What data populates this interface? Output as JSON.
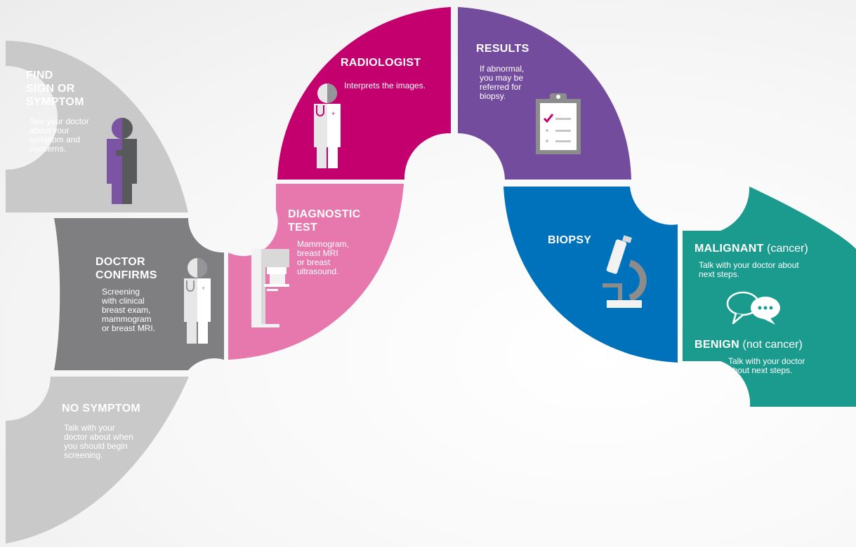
{
  "colors": {
    "light_gray": "#c9c9c9",
    "dark_gray": "#7f7e81",
    "pink": "#e678ae",
    "magenta": "#c4006f",
    "purple": "#744c9e",
    "blue": "#0072bb",
    "teal": "#1b9b8e",
    "icon_purple": "#6a4396",
    "icon_gray": "#58595b",
    "icon_light": "#d1d3d4"
  },
  "steps": {
    "find_sign": {
      "title_line1": "FIND",
      "title_line2": "SIGN OR",
      "title_line3": "SYMPTOM",
      "desc_line1": "See your doctor",
      "desc_line2": "about your",
      "desc_line3": "symptom and",
      "desc_line4": "concerns.",
      "icon": "person-icon"
    },
    "doctor_confirms": {
      "title_line1": "DOCTOR",
      "title_line2": "CONFIRMS",
      "desc_line1": "Screening",
      "desc_line2": "with clinical",
      "desc_line3": "breast exam,",
      "desc_line4": "mammogram",
      "desc_line5": "or breast MRI.",
      "icon": "doctor-icon"
    },
    "no_symptom": {
      "title": "NO SYMPTOM",
      "desc_line1": "Talk with your",
      "desc_line2": "doctor about when",
      "desc_line3": "you should begin",
      "desc_line4": "screening."
    },
    "diagnostic_test": {
      "title_line1": "DIAGNOSTIC",
      "title_line2": "TEST",
      "desc_line1": "Mammogram,",
      "desc_line2": "breast MRI",
      "desc_line3": "or breast",
      "desc_line4": "ultrasound.",
      "icon": "mammography-machine-icon"
    },
    "radiologist": {
      "title": "RADIOLOGIST",
      "desc": "Interprets the images.",
      "icon": "doctor-icon"
    },
    "results": {
      "title": "RESULTS",
      "desc_line1": "If abnormal,",
      "desc_line2": "you may be",
      "desc_line3": "referred for",
      "desc_line4": "biopsy.",
      "icon": "clipboard-checklist-icon"
    },
    "biopsy": {
      "title": "BIOPSY",
      "icon": "microscope-icon"
    },
    "outcomes": {
      "malignant_title": "MALIGNANT",
      "malignant_sub": "(cancer)",
      "malignant_desc_line1": "Talk with your doctor about",
      "malignant_desc_line2": "next steps.",
      "benign_title": "BENIGN",
      "benign_sub": "(not cancer)",
      "benign_desc_line1": "Talk with your doctor",
      "benign_desc_line2": "about next steps.",
      "icon": "speech-bubbles-icon"
    }
  }
}
